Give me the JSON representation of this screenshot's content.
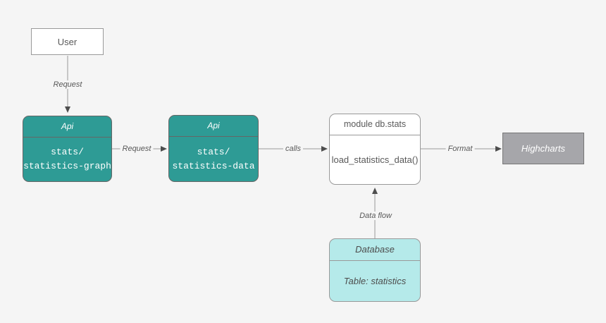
{
  "colors": {
    "background": "#f5f5f5",
    "teal": "#2e9b95",
    "teal_border": "#666666",
    "cyan": "#b5eaea",
    "gray_node": "#a6a6aa",
    "border_gray": "#999999",
    "text_gray": "#595959",
    "text_white": "#ffffff",
    "connector": "#999999",
    "arrowhead": "#4d4d4d"
  },
  "nodes": {
    "user": {
      "label": "User"
    },
    "api_graph": {
      "header": "Api",
      "body": "stats/\nstatistics-graph"
    },
    "api_data": {
      "header": "Api",
      "body": "stats/\nstatistics-data"
    },
    "module_db_stats": {
      "header": "module db.stats",
      "body": "load_statistics_data()"
    },
    "highcharts": {
      "label": "Highcharts"
    },
    "database": {
      "header": "Database",
      "body": "Table: statistics"
    }
  },
  "edges": {
    "user_to_api_graph": {
      "label": "Request"
    },
    "api_graph_to_api_data": {
      "label": "Request"
    },
    "api_data_to_module": {
      "label": "calls"
    },
    "module_to_highcharts": {
      "label": "Format"
    },
    "database_to_module": {
      "label": "Data flow"
    }
  }
}
